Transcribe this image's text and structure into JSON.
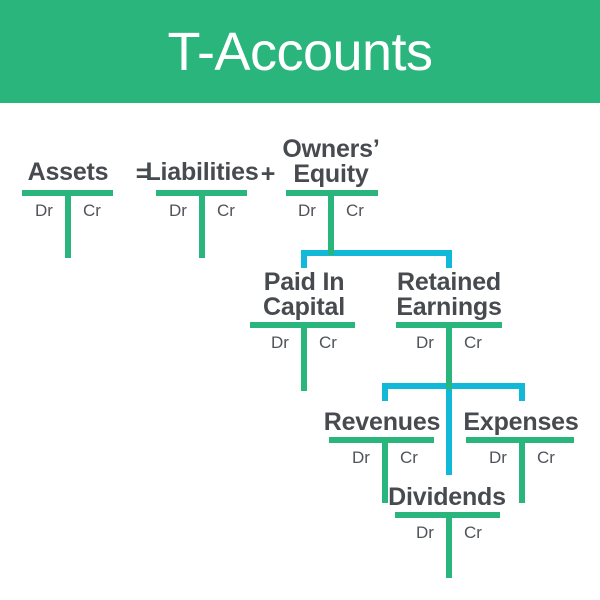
{
  "header": {
    "title": "T-Accounts",
    "background_color": "#29b57c",
    "text_color": "#ffffff"
  },
  "colors": {
    "account_line": "#29b57c",
    "connector_line": "#12b8d8",
    "text": "#474b4f",
    "background": "#ffffff"
  },
  "operators": {
    "equals": "=",
    "plus": "+"
  },
  "labels": {
    "debit": "Dr",
    "credit": "Cr"
  },
  "accounts": [
    {
      "id": "assets",
      "name": "Assets",
      "debit": "Dr",
      "credit": "Cr",
      "level": 1
    },
    {
      "id": "liabilities",
      "name": "Liabilities",
      "debit": "Dr",
      "credit": "Cr",
      "level": 1
    },
    {
      "id": "owners-equity",
      "name": "Owners’\nEquity",
      "name_line1": "Owners’",
      "name_line2": "Equity",
      "debit": "Dr",
      "credit": "Cr",
      "level": 1
    },
    {
      "id": "paid-in-capital",
      "name": "Paid In\nCapital",
      "name_line1": "Paid In",
      "name_line2": "Capital",
      "debit": "Dr",
      "credit": "Cr",
      "level": 2
    },
    {
      "id": "retained-earnings",
      "name": "Retained\nEarnings",
      "name_line1": "Retained",
      "name_line2": "Earnings",
      "debit": "Dr",
      "credit": "Cr",
      "level": 2
    },
    {
      "id": "revenues",
      "name": "Revenues",
      "debit": "Dr",
      "credit": "Cr",
      "level": 3
    },
    {
      "id": "expenses",
      "name": "Expenses",
      "debit": "Dr",
      "credit": "Cr",
      "level": 3
    },
    {
      "id": "dividends",
      "name": "Dividends",
      "debit": "Dr",
      "credit": "Cr",
      "level": 4
    }
  ],
  "relationships": [
    {
      "from": "owners-equity",
      "to": "paid-in-capital"
    },
    {
      "from": "owners-equity",
      "to": "retained-earnings"
    },
    {
      "from": "retained-earnings",
      "to": "revenues"
    },
    {
      "from": "retained-earnings",
      "to": "expenses"
    },
    {
      "from": "retained-earnings",
      "to": "dividends"
    }
  ],
  "equation": "Assets = Liabilities + Owners’ Equity"
}
